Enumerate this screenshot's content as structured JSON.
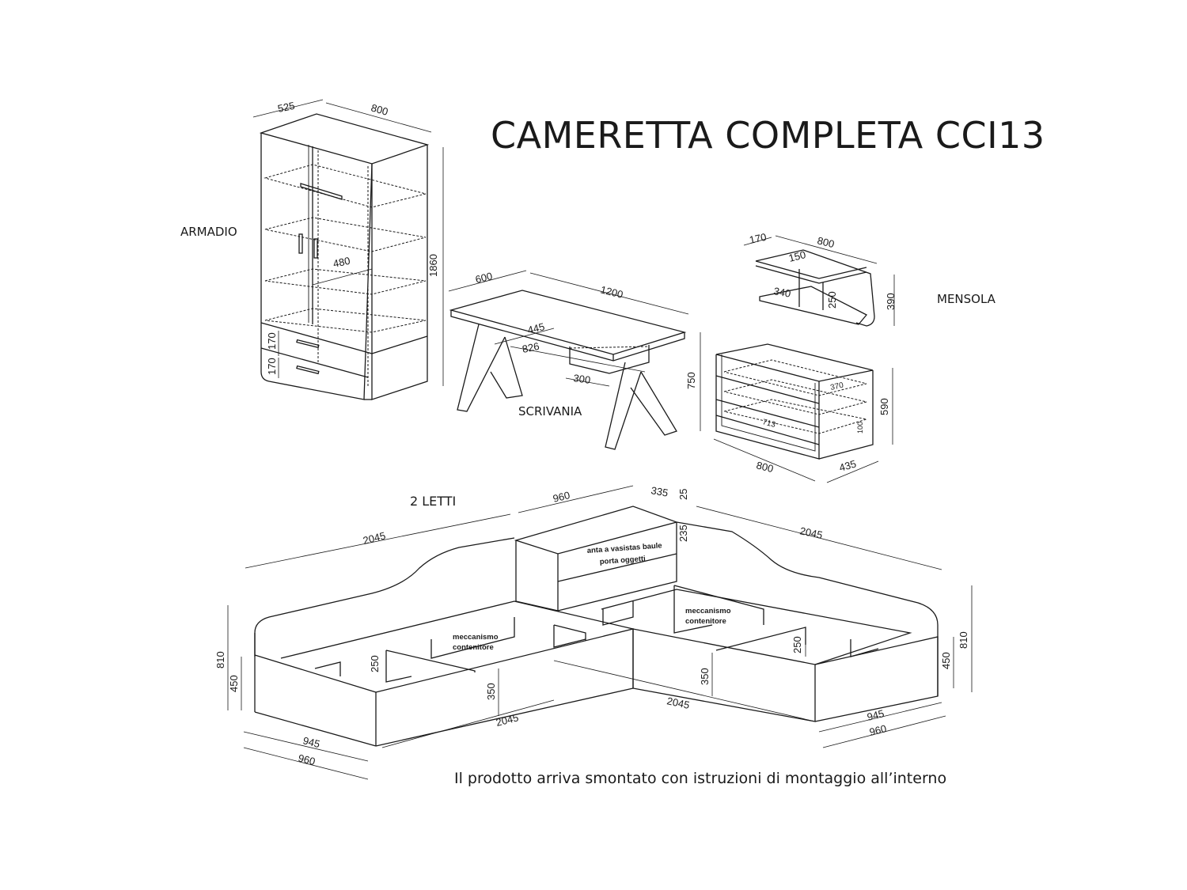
{
  "title": "CAMERETTA COMPLETA CCI13",
  "labels": {
    "armadio": "ARMADIO",
    "scrivania": "SCRIVANIA",
    "mensola": "MENSOLA",
    "letti": "2 LETTI"
  },
  "footer_note": "Il prodotto arriva smontato con istruzioni di montaggio all’interno",
  "armadio_dims": {
    "depth": "525",
    "width": "800",
    "height": "1860",
    "inner_width": "480",
    "drawer_1": "170",
    "drawer_2": "170"
  },
  "scrivania_dims": {
    "depth": "600",
    "width": "1200",
    "height": "750",
    "leg_span": "826",
    "drawer_width": "445",
    "drawer_depth": "300"
  },
  "mensola_dims": {
    "depth": "170",
    "width": "800",
    "height": "390",
    "top_shelf": "150",
    "inner_width": "340",
    "inner_height": "250"
  },
  "comodino_dims": {
    "width": "800",
    "depth": "435",
    "height": "590",
    "inner_a": "370",
    "inner_b": "713",
    "inner_c": "100"
  },
  "letti_dims": {
    "bed1_length": "2045",
    "cassa_width": "960",
    "cassa_depth": "335",
    "top_thickness": "25",
    "cassa_height": "235",
    "bed2_length": "2045",
    "bed1_height": "810",
    "bed1_side": "450",
    "partition_h": "250",
    "inner_h": "350",
    "bed1_bottom_length": "2045",
    "bed1_width_inner": "945",
    "bed1_width_outer": "960",
    "bed2_bottom_length": "2045",
    "bed2_inner_h": "350",
    "bed2_partition_h": "250",
    "bed2_side": "450",
    "bed2_height": "810",
    "bed2_width_inner": "945",
    "bed2_width_outer": "960"
  },
  "annotations": {
    "bauletto": "anta a vasistas baule",
    "bauletto_2": "porta oggetti",
    "meccanismo_1": "meccanismo",
    "meccanismo_1b": "contenitore",
    "meccanismo_2": "meccanismo",
    "meccanismo_2b": "contenitore"
  }
}
